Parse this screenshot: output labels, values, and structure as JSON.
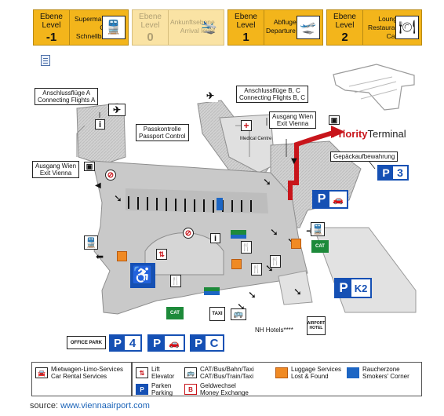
{
  "levels": [
    {
      "label_de": "Ebene",
      "label_en": "Level",
      "number": "-1",
      "text": [
        "Supermarket",
        "CAT",
        "Schnellbahn"
      ],
      "icon_name": "train-icon",
      "state": "active"
    },
    {
      "label_de": "Ebene",
      "label_en": "Level",
      "number": "0",
      "text": [
        "Ankunftsebene",
        "Arrival level"
      ],
      "icon_name": "arrival-plane-icon",
      "state": "dimmed"
    },
    {
      "label_de": "Ebene",
      "label_en": "Level",
      "number": "1",
      "text": [
        "Abflugebene",
        "Departure level"
      ],
      "icon_name": "departure-plane-icon",
      "state": "active"
    },
    {
      "label_de": "Ebene",
      "label_en": "Level",
      "number": "2",
      "text": [
        "Lounges",
        "Restaurants",
        "Cafés"
      ],
      "icon_name": "restaurant-icon",
      "state": "active"
    }
  ],
  "map": {
    "connecting_a": [
      "Anschlussflüge A",
      "Connecting  Flights A"
    ],
    "connecting_bc": [
      "Anschlussflüge B, C",
      "Connecting  Flights B, C"
    ],
    "passport": [
      "Passkontrolle",
      "Passport Control"
    ],
    "exit_right": [
      "Ausgang Wien",
      "Exit Vienna"
    ],
    "exit_left": [
      "Ausgang Wien",
      "Exit Vienna"
    ],
    "medical": "Medical Centre",
    "priority_bold": "Priority",
    "priority_rest": "Terminal",
    "baggage_storage": "Gepäckaufbewahrung",
    "parking_3": "3",
    "parking_k2": "K2",
    "parking_4": "4",
    "parking_c": "C",
    "office_park": "OFFICE PARK",
    "nh_hotels": "NH Hotels****",
    "airport_hotel": "AIRPORT HOTEL",
    "taxi": "TAXI",
    "info_glyph": "i",
    "parking_letter": "P",
    "accessible_glyph": "♿"
  },
  "legend": {
    "car_rental": [
      "Mietwagen-Limo-Services",
      "Car Rental Services"
    ],
    "lift": [
      "Lift",
      "Elevator"
    ],
    "cat_bus": [
      "CAT/Bus/Bahn/Taxi",
      "CAT/Bus/Train/Taxi"
    ],
    "luggage": [
      "Luggage Services",
      "Lost & Found"
    ],
    "smokers": [
      "Raucherzone",
      "Smokers' Corner"
    ],
    "parking": [
      "Parken",
      "Parking"
    ],
    "money": [
      "Geldwechsel",
      "Money Exchange"
    ],
    "parking_key": "P",
    "money_key": "B"
  },
  "source": {
    "prefix": "source: ",
    "link_text": "www.viennaairport.com"
  },
  "colors": {
    "level_active": "#f3b51b",
    "level_dimmed": "#fae3a4",
    "parking_blue": "#1550b4",
    "priority_red": "#c8151b",
    "terminal_grey": "#c9c9c9"
  }
}
